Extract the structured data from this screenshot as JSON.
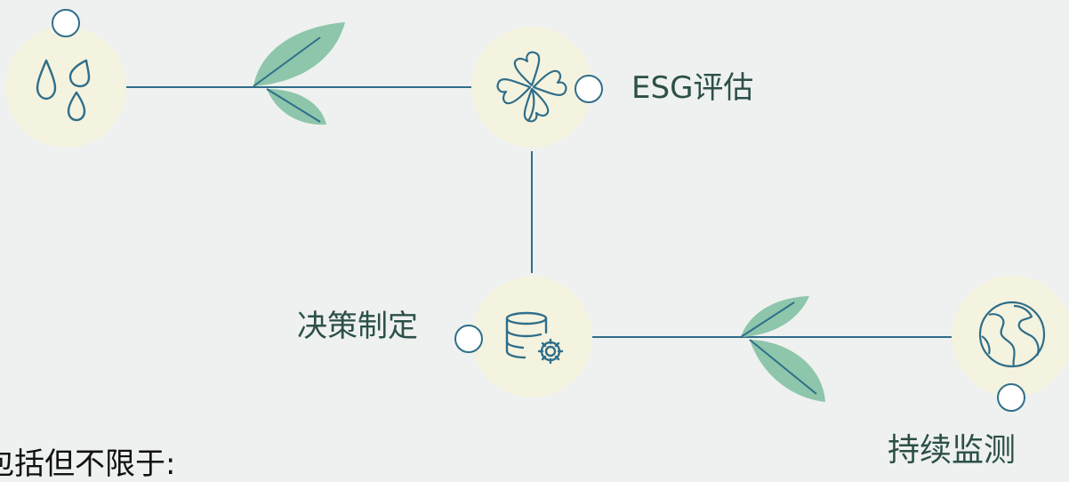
{
  "colors": {
    "background": "#eef1ef",
    "node_fill": "#f4f3df",
    "line": "#2f6e8a",
    "leaf": "#8dc6ab",
    "leaf_vein": "#2f6e8a",
    "text": "#2c4f49",
    "marker_fill": "#ffffff",
    "marker_stroke": "#2f6e8a"
  },
  "nodes": [
    {
      "id": "water",
      "icon": "water-drops-icon"
    },
    {
      "id": "esg",
      "icon": "clover-icon",
      "label": "ESG评估"
    },
    {
      "id": "decision",
      "icon": "database-gear-icon",
      "label": "决策制定"
    },
    {
      "id": "monitor",
      "icon": "globe-icon",
      "label": "持续监测"
    }
  ],
  "footer_text": "包括但不限于:"
}
